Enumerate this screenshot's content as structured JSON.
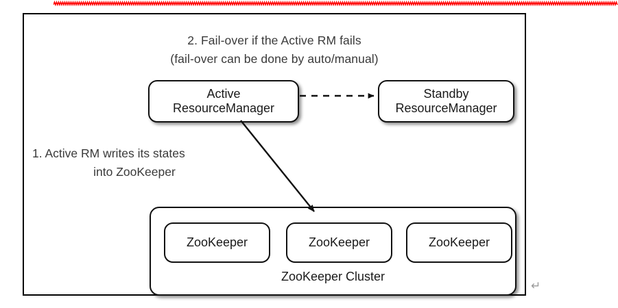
{
  "figure": {
    "heading": {
      "line1": "2. Fail-over if the Active RM fails",
      "line2": "(fail-over can be done by auto/manual)"
    },
    "annotation": {
      "line1": "1. Active RM writes its states",
      "line2": "into ZooKeeper"
    },
    "nodes": {
      "active_rm": {
        "line1": "Active",
        "line2": "ResourceManager"
      },
      "standby_rm": {
        "line1": "Standby",
        "line2": "ResourceManager"
      }
    },
    "cluster": {
      "label": "ZooKeeper Cluster",
      "members": [
        {
          "label": "ZooKeeper"
        },
        {
          "label": "ZooKeeper"
        },
        {
          "label": "ZooKeeper"
        }
      ]
    },
    "arrows": [
      {
        "name": "failover-arrow",
        "style": "dashed",
        "from": "active_rm",
        "to": "standby_rm"
      },
      {
        "name": "state-write-arrow",
        "style": "solid",
        "from": "active_rm",
        "to": "zookeeper_cluster"
      }
    ],
    "marks": {
      "paragraph_return": "↵"
    },
    "colors": {
      "frame_border": "#000000",
      "node_border": "#111111",
      "node_fill": "#ffffff",
      "heading_text": "#3a3a3a",
      "node_text": "#1a1a1a",
      "spellcheck_underline": "#ff0000",
      "return_mark": "#9a9a9a",
      "background": "#ffffff"
    }
  }
}
